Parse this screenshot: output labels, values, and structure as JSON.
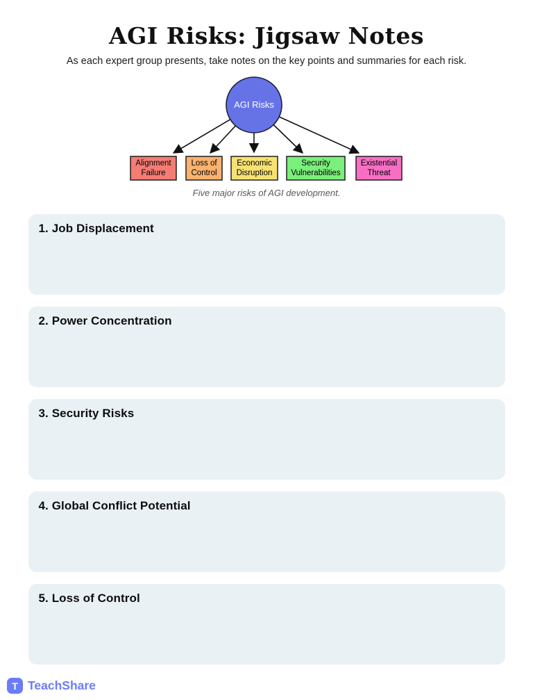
{
  "header": {
    "title": "AGI Risks: Jigsaw Notes",
    "subtitle": "As each expert group presents, take notes on the key points and summaries for each risk."
  },
  "diagram": {
    "root": {
      "label": "AGI Risks",
      "fill": "#6673e6",
      "stroke": "#1e1e3c"
    },
    "caption": "Five major risks of AGI development.",
    "nodes": [
      {
        "line1": "Alignment",
        "line2": "Failure",
        "fill": "#f47c74"
      },
      {
        "line1": "Loss of",
        "line2": "Control",
        "fill": "#f9b26f"
      },
      {
        "line1": "Economic",
        "line2": "Disruption",
        "fill": "#f7e173"
      },
      {
        "line1": "Security",
        "line2": "Vulnerabilities",
        "fill": "#7bef7b"
      },
      {
        "line1": "Existential",
        "line2": "Threat",
        "fill": "#f76fc4"
      }
    ]
  },
  "sections": [
    {
      "heading": "1. Job Displacement"
    },
    {
      "heading": "2. Power Concentration"
    },
    {
      "heading": "3. Security Risks"
    },
    {
      "heading": "4. Global Conflict Potential"
    },
    {
      "heading": "5. Loss of Control"
    }
  ],
  "footer": {
    "logo_letter": "T",
    "brand": "TeachShare",
    "brand_color": "#6b7cf7"
  }
}
